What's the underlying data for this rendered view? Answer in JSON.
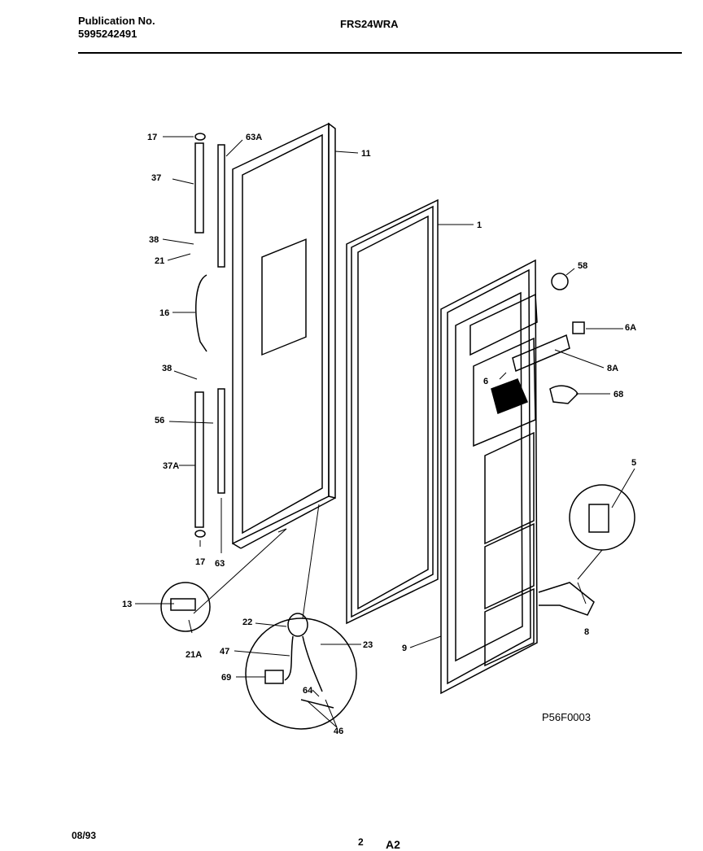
{
  "header": {
    "publication_label": "Publication No.",
    "publication_number": "5995242491",
    "model": "FRS24WRA"
  },
  "figure_id": "P56F0003",
  "footer": {
    "date": "08/93",
    "page": "2",
    "section": "A2"
  },
  "callouts": {
    "c17a": "17",
    "c63a": "63A",
    "c11": "11",
    "c37": "37",
    "c1": "1",
    "c38a": "38",
    "c21": "21",
    "c16": "16",
    "c58": "58",
    "c6a": "6A",
    "c38b": "38",
    "c8a": "8A",
    "c6": "6",
    "c68": "68",
    "c56": "56",
    "c37a": "37A",
    "c5": "5",
    "c17b": "17",
    "c63": "63",
    "c8": "8",
    "c13": "13",
    "c22": "22",
    "c23": "23",
    "c9": "9",
    "c47": "47",
    "c21a": "21A",
    "c69": "69",
    "c64": "64",
    "c46": "46"
  }
}
